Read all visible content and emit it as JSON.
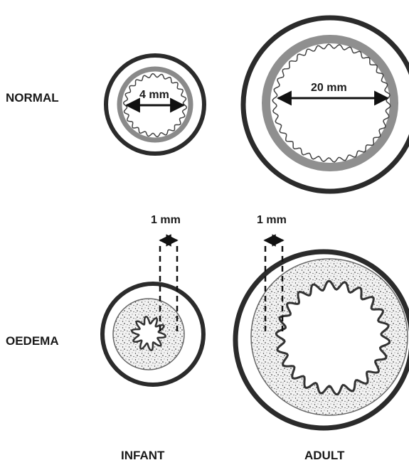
{
  "rows": {
    "normal": "NORMAL",
    "oedema": "OEDEMA"
  },
  "columns": {
    "infant": "INFANT",
    "adult": "ADULT"
  },
  "dimensions": {
    "infant_normal_lumen": "4 mm",
    "adult_normal_lumen": "20 mm",
    "infant_oedema_thickness": "1 mm",
    "adult_oedema_thickness": "1 mm"
  }
}
